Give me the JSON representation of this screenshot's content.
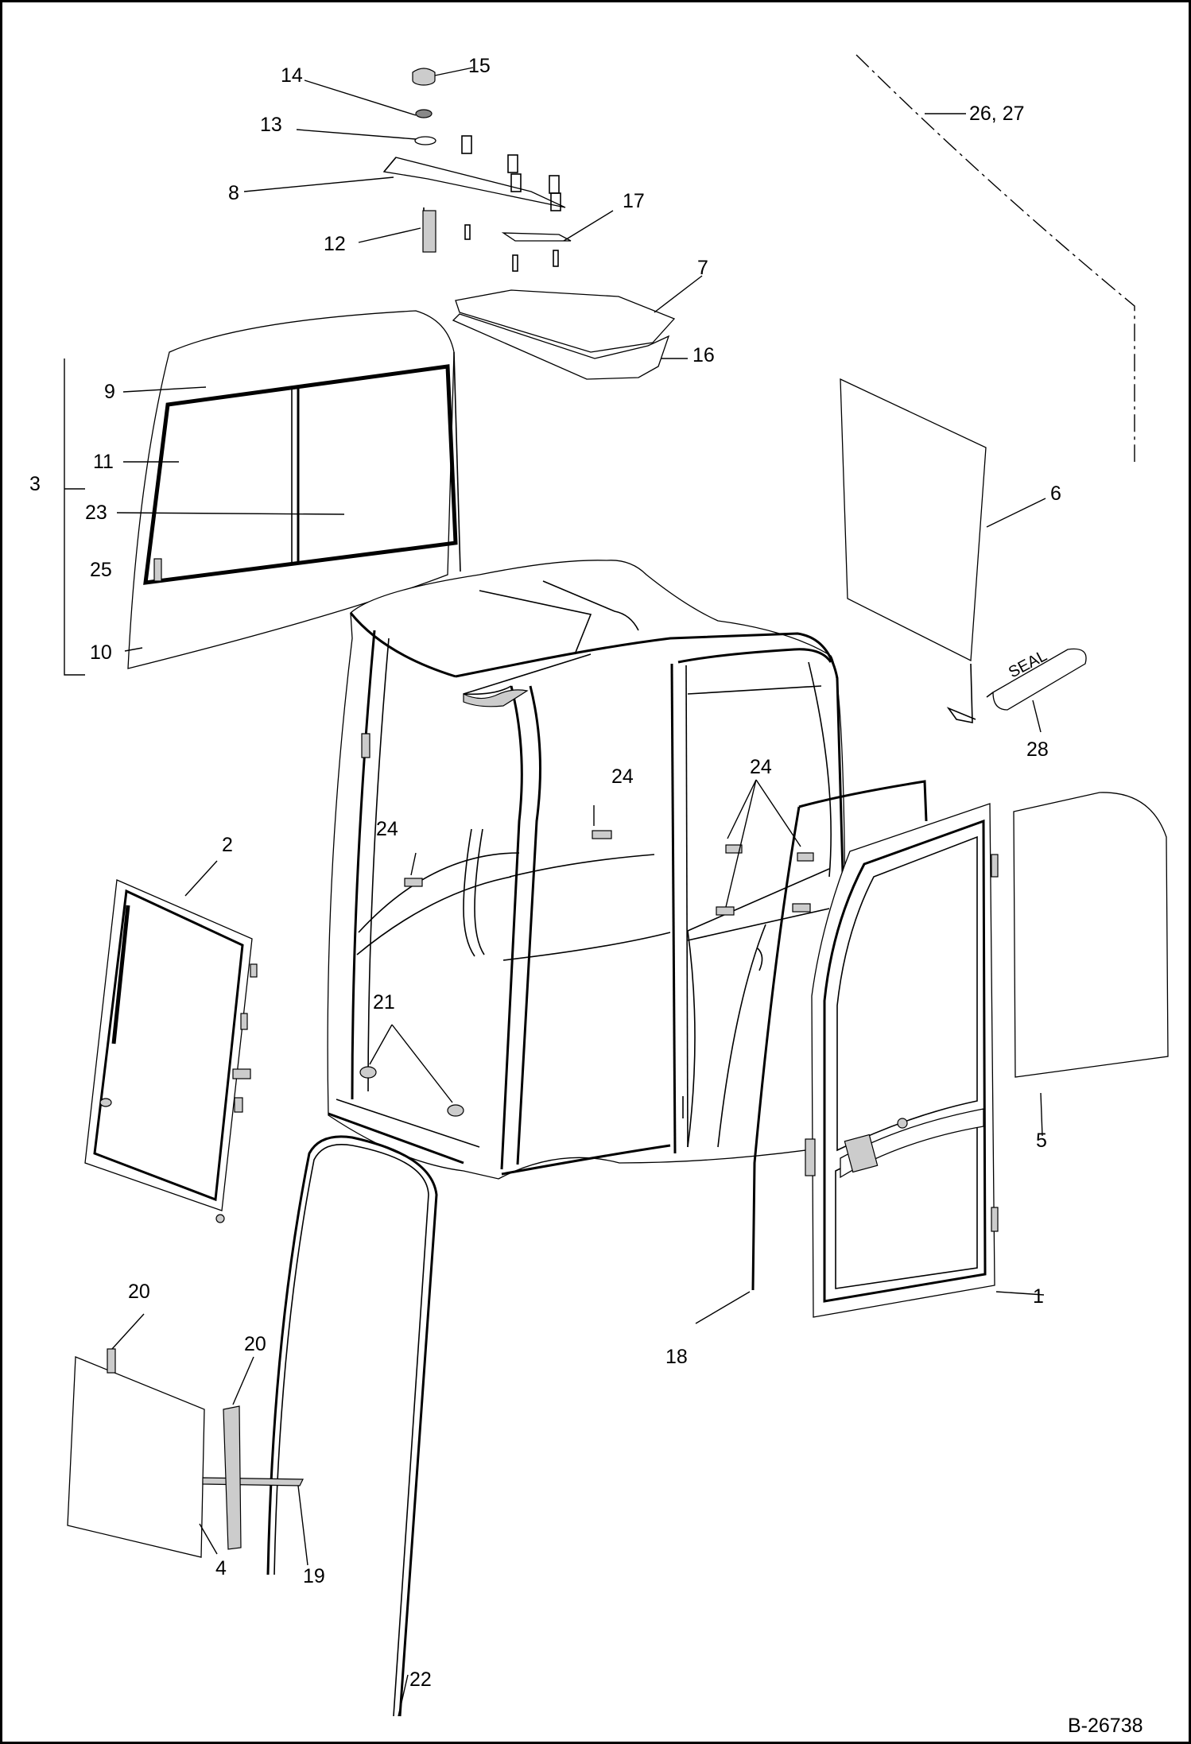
{
  "drawing_ref": "B-26738",
  "seal_text": "SEAL",
  "callouts": {
    "c1": "1",
    "c2": "2",
    "c3": "3",
    "c4": "4",
    "c5": "5",
    "c6": "6",
    "c7": "7",
    "c8": "8",
    "c9": "9",
    "c10": "10",
    "c11": "11",
    "c12": "12",
    "c13": "13",
    "c14": "14",
    "c15": "15",
    "c16": "16",
    "c17": "17",
    "c18": "18",
    "c19": "19",
    "c20a": "20",
    "c20b": "20",
    "c21": "21",
    "c22": "22",
    "c23": "23",
    "c24a": "24",
    "c24b": "24",
    "c24c": "24",
    "c25": "25",
    "c26": "26, 27",
    "c28": "28"
  },
  "colors": {
    "line": "#000000",
    "background": "#ffffff",
    "shade": "#cccccc"
  }
}
